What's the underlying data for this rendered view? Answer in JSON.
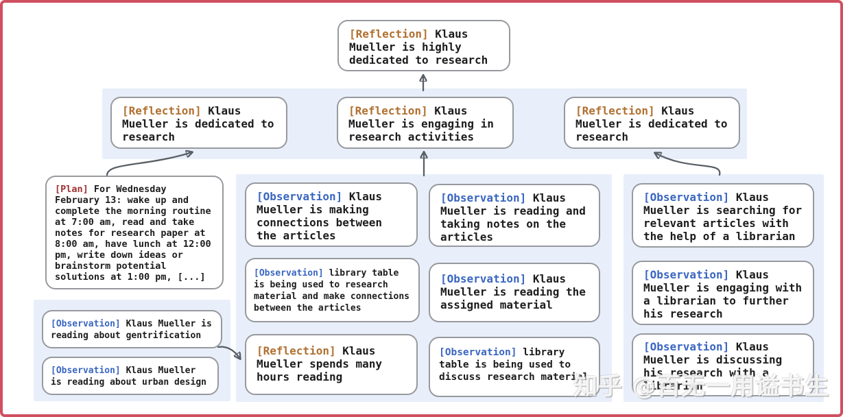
{
  "watermark": "知乎 @百无一用谥书生",
  "colors": {
    "reflection": "#b0702f",
    "observation": "#3a66c1",
    "plan": "#9e3132",
    "frame": "#d05060",
    "panel": "#e8effa",
    "arrow": "#5a5f66",
    "border": "#97999e",
    "text": "#1c1c1c"
  },
  "nodes": {
    "top": {
      "tag": "[Reflection]",
      "text": "Klaus Mueller is highly dedicated to research"
    },
    "l2a": {
      "tag": "[Reflection]",
      "text": "Klaus Mueller is dedicated to research"
    },
    "l2b": {
      "tag": "[Reflection]",
      "text": "Klaus Mueller is engaging in research activities"
    },
    "l2c": {
      "tag": "[Reflection]",
      "text": "Klaus Mueller is dedicated to research"
    },
    "plan": {
      "tag": "[Plan]",
      "text": "For Wednesday February 13: wake up and complete the morning routine at 7:00 am, read and take notes for research paper at 8:00 am, have lunch at 12:00 pm, write down ideas or brainstorm potential solutions at 1:00 pm, [...]"
    },
    "left_obs_1": {
      "tag": "[Observation]",
      "text": "Klaus Mueller is reading about gentrification"
    },
    "left_obs_2": {
      "tag": "[Observation]",
      "text": "Klaus Mueller is reading about urban design"
    },
    "mid_1": {
      "tag": "[Observation]",
      "text": "Klaus Mueller is making connections between the articles"
    },
    "mid_2": {
      "tag": "[Observation]",
      "text": "library table is being used to research material and make connections between the articles"
    },
    "mid_3": {
      "tag": "[Reflection]",
      "text": "Klaus Mueller spends many hours reading"
    },
    "mid_4": {
      "tag": "[Observation]",
      "text": "Klaus Mueller is reading and taking notes on the articles"
    },
    "mid_5": {
      "tag": "[Observation]",
      "text": "Klaus Mueller is reading the assigned material"
    },
    "mid_6": {
      "tag": "[Observation]",
      "text": "library table is being used to discuss research material"
    },
    "right_1": {
      "tag": "[Observation]",
      "text": "Klaus Mueller is searching for relevant articles with the help of a librarian"
    },
    "right_2": {
      "tag": "[Observation]",
      "text": "Klaus Mueller is engaging with a librarian to further his research"
    },
    "right_3": {
      "tag": "[Observation]",
      "text": "Klaus Mueller is discussing his research with a librarian"
    }
  }
}
